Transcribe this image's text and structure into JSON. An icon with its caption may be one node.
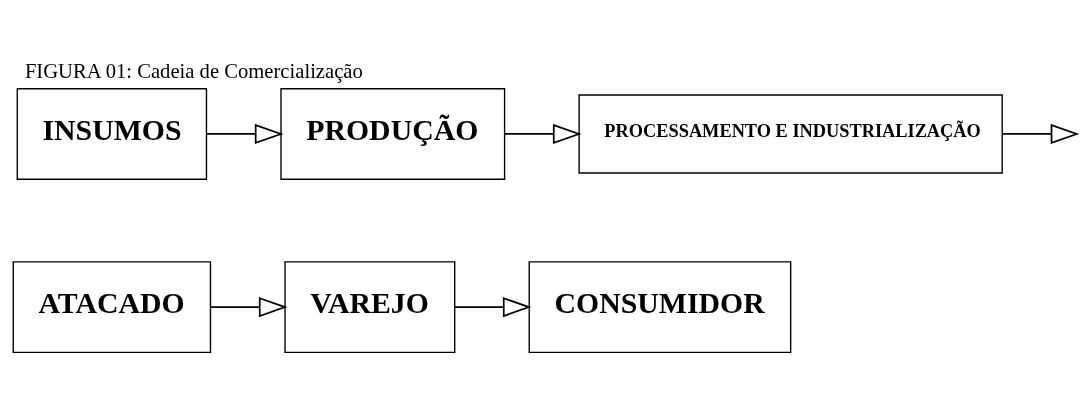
{
  "diagram": {
    "title": "FIGURA 01: Cadeia de Comercialização",
    "nodes": [
      {
        "text": [
          "INSUMOS"
        ]
      },
      {
        "text": [
          "PRODUÇÃO"
        ]
      },
      {
        "text": [
          "PROCESSAMENTO E INDUSTRIALIZAÇÃO"
        ]
      },
      {
        "text": [
          "ATACADO"
        ]
      },
      {
        "text": [
          "VAREJO"
        ]
      },
      {
        "text": [
          "CONSUMIDOR"
        ]
      }
    ],
    "edges": [
      {
        "from": 0,
        "to": 1,
        "arrow": "to"
      },
      {
        "from": 1,
        "to": 2,
        "arrow": "to"
      },
      {
        "from": 2,
        "to": null,
        "arrow": "to"
      },
      {
        "from": 3,
        "to": 4,
        "arrow": "to"
      },
      {
        "from": 4,
        "to": 5,
        "arrow": "to"
      }
    ]
  }
}
